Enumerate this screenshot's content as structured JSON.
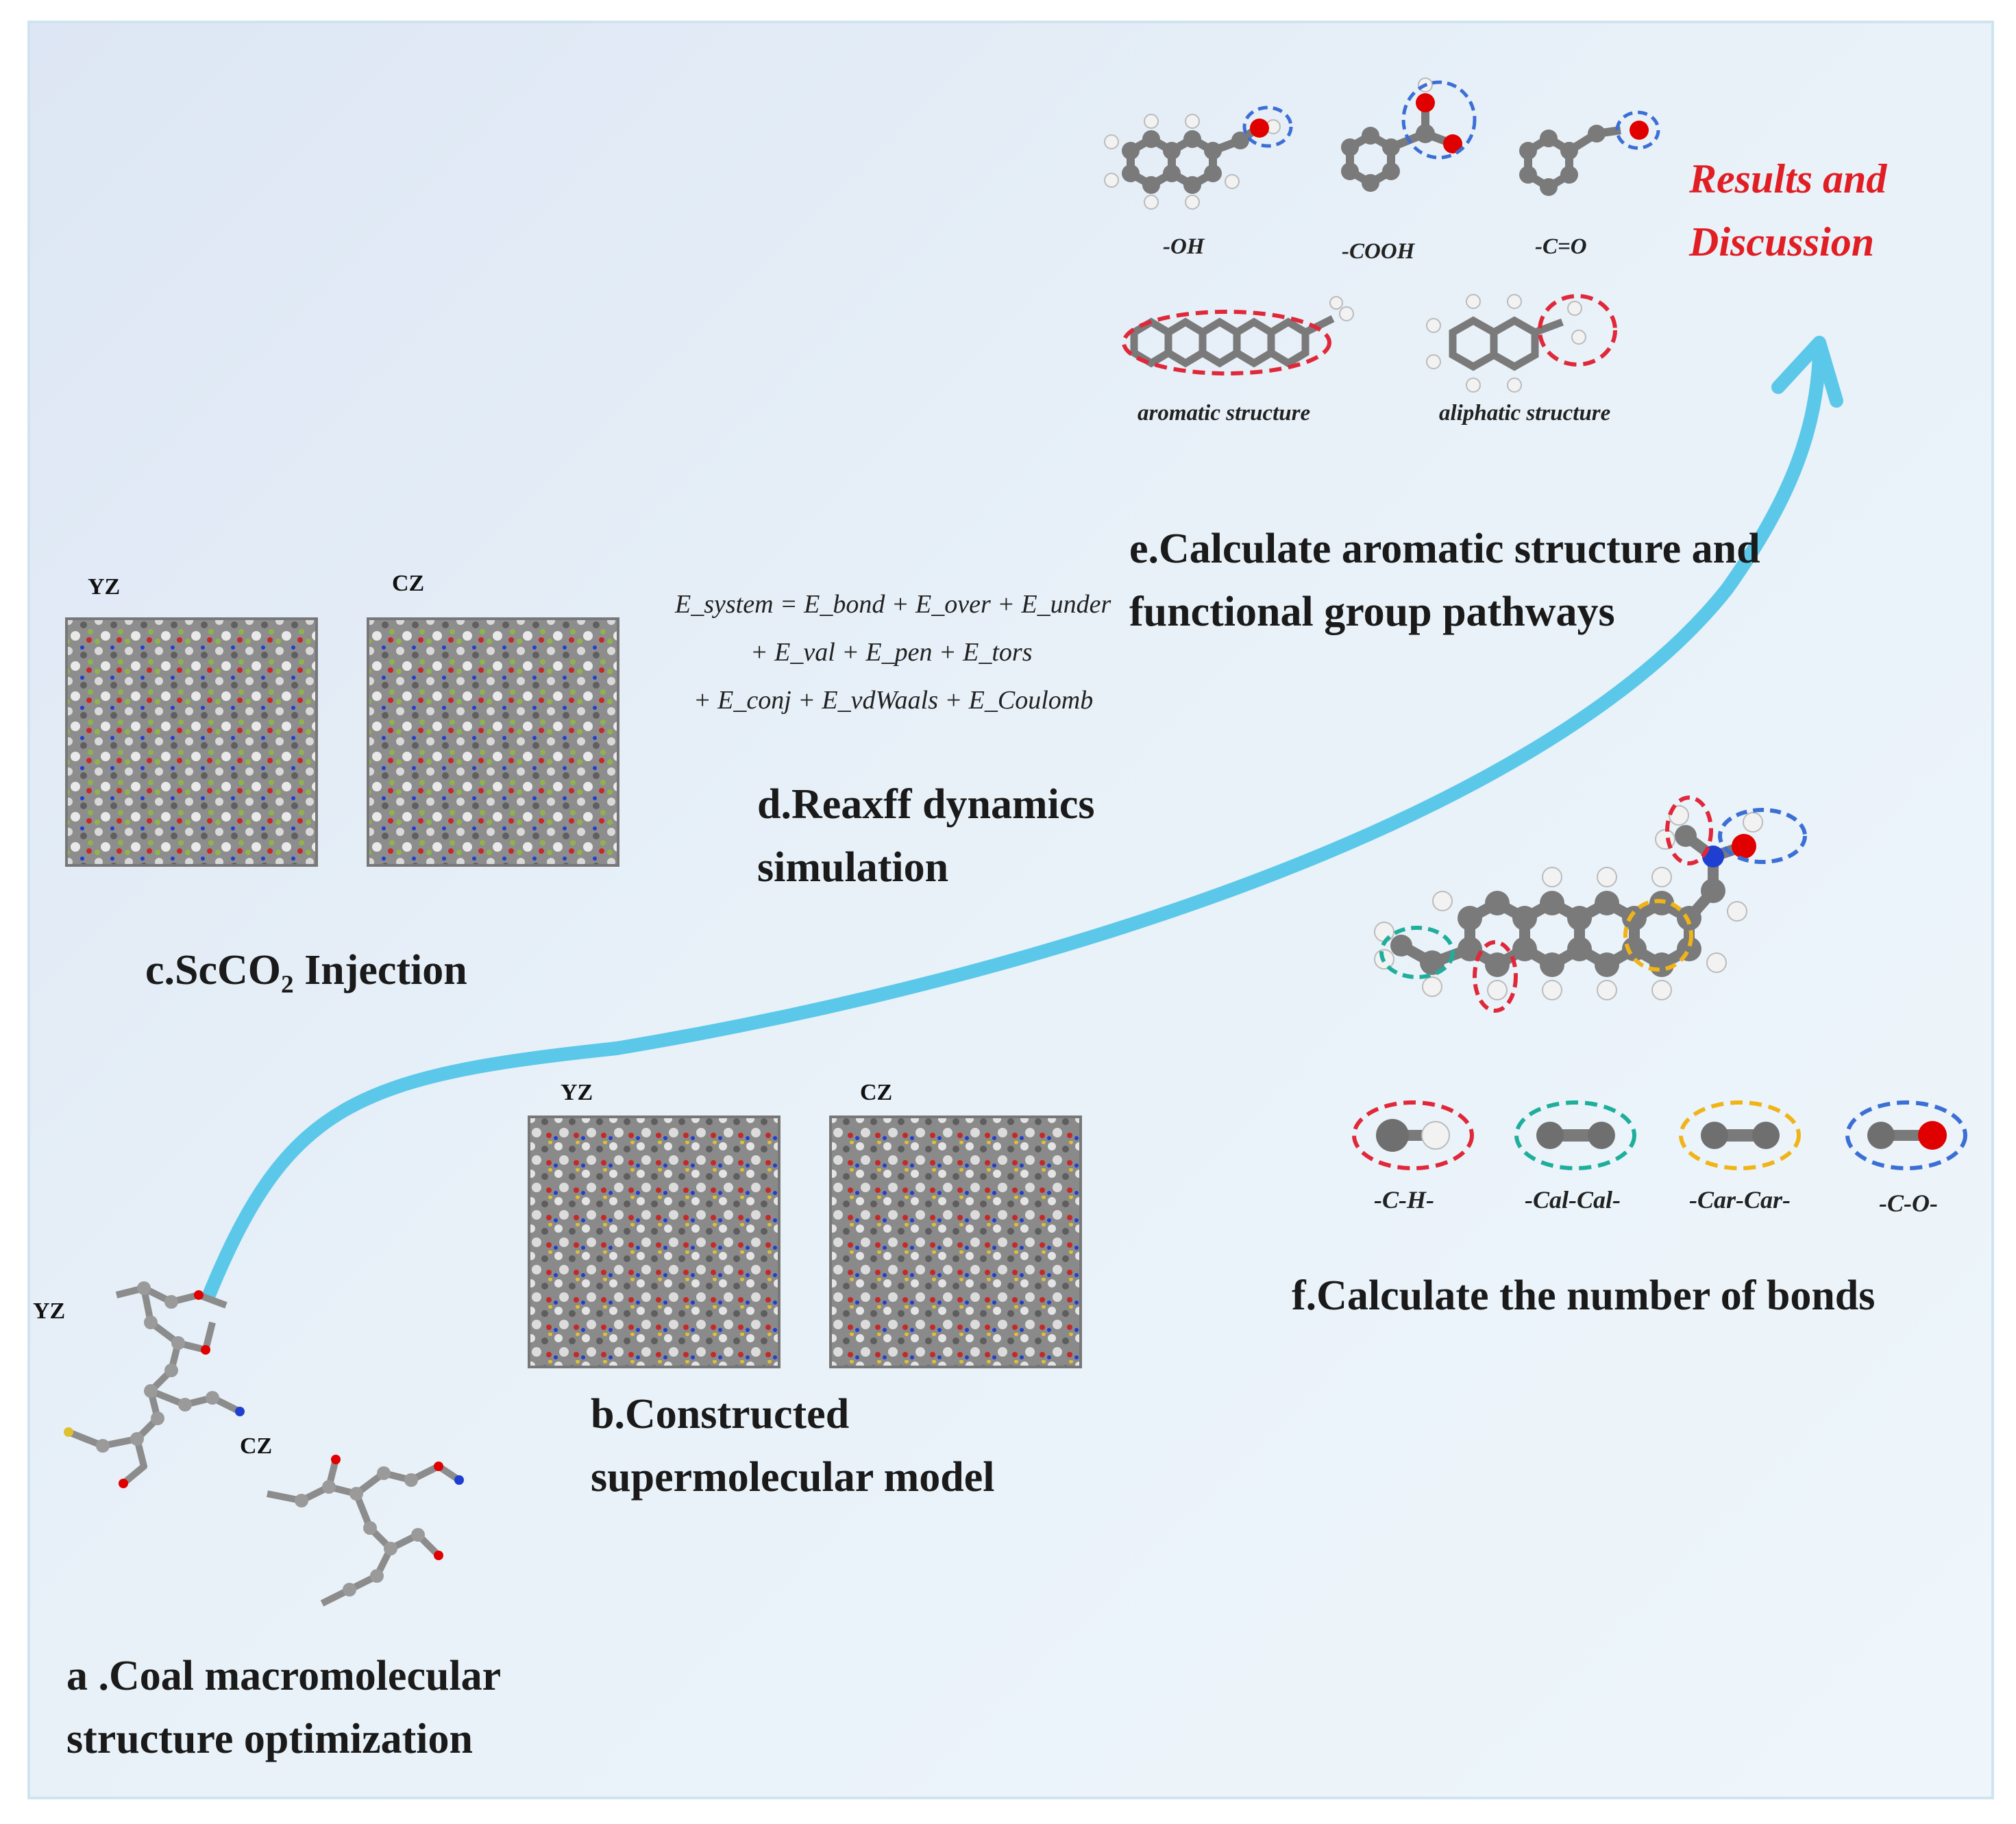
{
  "steps": {
    "a": {
      "line1": "a .Coal macromolecular",
      "line2": "structure optimization"
    },
    "b": {
      "line1": "b.Constructed",
      "line2": "supermolecular model"
    },
    "c": {
      "label": "c.ScCO₂ Injection"
    },
    "d": {
      "line1": "d.Reaxff  dynamics",
      "line2": "simulation"
    },
    "e": {
      "line1": "e.Calculate aromatic structure and",
      "line2": "functional group pathways"
    },
    "f": {
      "label": "f.Calculate the number of bonds"
    }
  },
  "results": {
    "line1": "Results and",
    "line2": "Discussion"
  },
  "axis_labels": {
    "yz": "YZ",
    "cz": "CZ"
  },
  "equation": {
    "line1": "E_system = E_bond + E_over + E_under",
    "line2": "+ E_val + E_pen + E_tors",
    "line3": "+ E_conj + E_vdWaals + E_Coulomb"
  },
  "functional_groups": [
    "-OH",
    "-COOH",
    "-C=O"
  ],
  "structures": [
    "aromatic structure",
    "aliphatic structure"
  ],
  "bonds": [
    "-C-H-",
    "-Cal-Cal-",
    "-Car-Car-",
    "-C-O-"
  ],
  "colors": {
    "arrow": "#5bc8ea",
    "results_text": "#e01e24",
    "carbon": "#7a7a7a",
    "hydrogen": "#f2f2f2",
    "oxygen": "#e00000",
    "nitrogen": "#1f3fd0",
    "dash_blue": "#3c6fd6",
    "dash_red": "#e0283a",
    "dash_teal": "#1fae9c",
    "dash_gold": "#f0b419"
  }
}
